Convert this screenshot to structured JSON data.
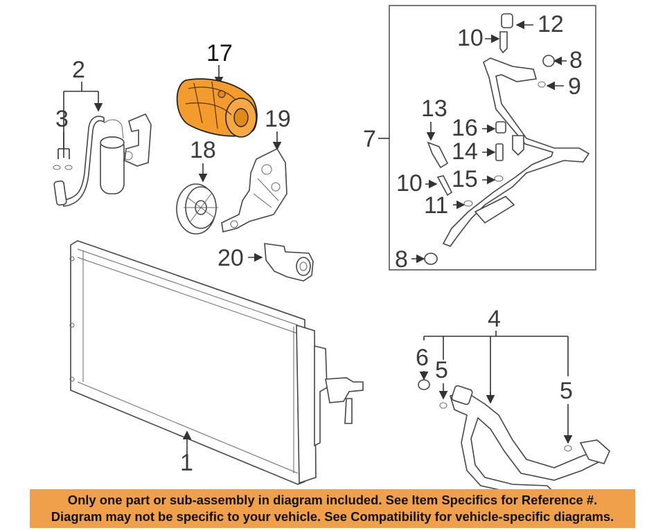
{
  "callouts": {
    "c1": "1",
    "c2": "2",
    "c3": "3",
    "c4": "4",
    "c5a": "5",
    "c5b": "5",
    "c6": "6",
    "c7": "7",
    "c8a": "8",
    "c8b": "8",
    "c9": "9",
    "c10a": "10",
    "c10b": "10",
    "c11": "11",
    "c12": "12",
    "c13": "13",
    "c14": "14",
    "c15": "15",
    "c16": "16",
    "c17": "17",
    "c18": "18",
    "c19": "19",
    "c20": "20"
  },
  "highlight": {
    "part": "17",
    "color": "#f39c2d"
  },
  "banner": {
    "line1": "Only one part or sub-assembly in diagram included. See Item Specifics for Reference #.",
    "line2": "Diagram may not be specific to your vehicle. See Compatibility for vehicle-specific diagrams.",
    "color": "#f0a04a"
  }
}
